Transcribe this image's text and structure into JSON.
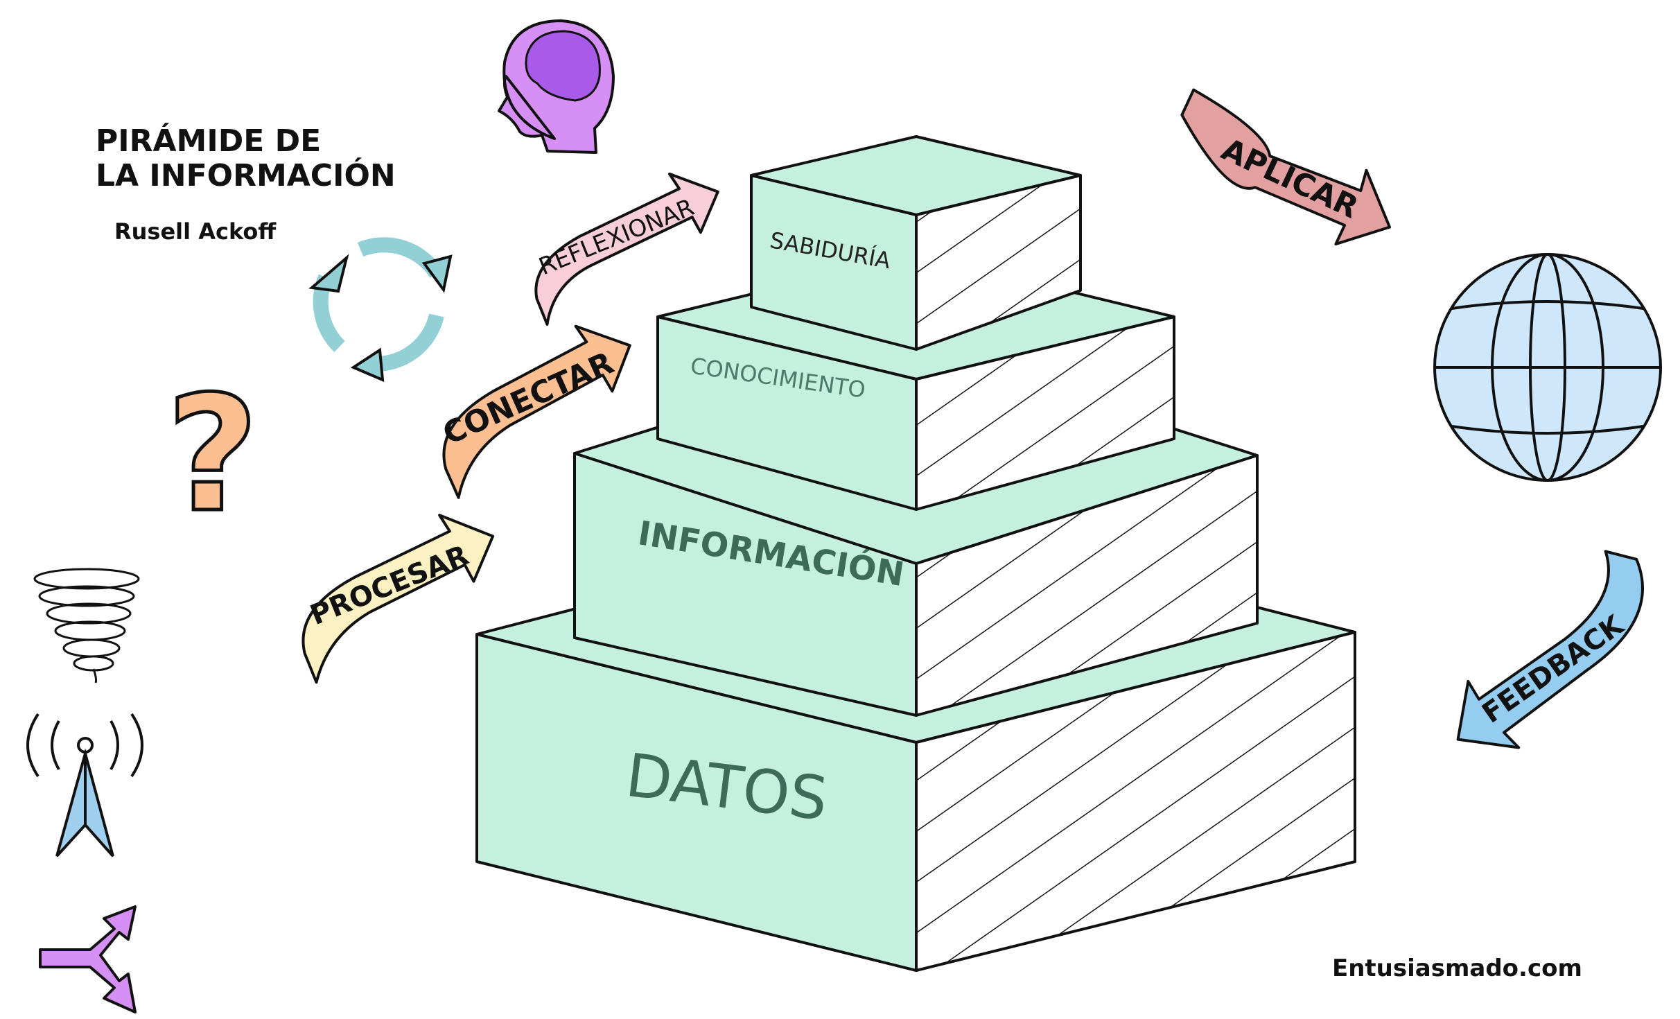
{
  "title": {
    "line1": "PIRÁMIDE DE",
    "line2": "LA INFORMACIÓN"
  },
  "author": "Rusell Ackoff",
  "levels": {
    "sabiduria": "SABIDURÍA",
    "conocimiento": "CONOCIMIENTO",
    "informacion": "INFORMACIÓN",
    "datos": "DATOS"
  },
  "arrows": {
    "reflexionar": "REFLEXIONAR",
    "conectar": "CONECTAR",
    "procesar": "PROCESAR",
    "aplicar": "APLICAR",
    "feedback": "FEEDBACK"
  },
  "footer": "Entusiasmado.com",
  "colors": {
    "box": "#c5efdf",
    "reflexionar": "#f8cfd8",
    "conectar": "#fbbf92",
    "procesar": "#fbf1c2",
    "aplicar": "#e3a0a0",
    "feedback": "#95cdf0",
    "head": "#d58ff5",
    "cycle": "#93d0d6",
    "globe": "#cfe7fb"
  }
}
